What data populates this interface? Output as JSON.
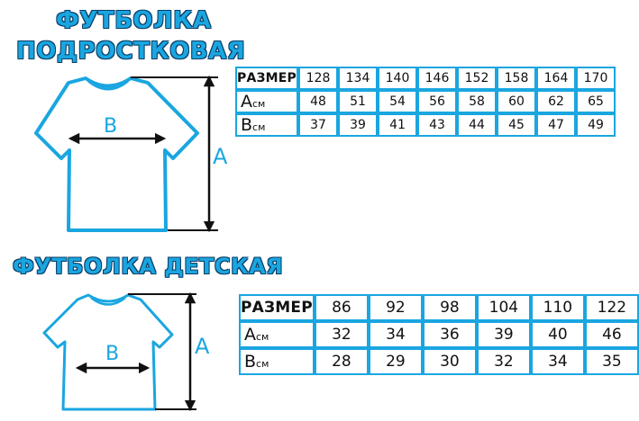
{
  "teen": {
    "title_line1": "ФУТБОЛКА",
    "title_line2": "ПОДРОСТКОВАЯ",
    "width_label": "B",
    "length_label": "A",
    "header_label": "РАЗМЕР",
    "sizes": [
      "128",
      "134",
      "140",
      "146",
      "152",
      "158",
      "164",
      "170"
    ],
    "row_a_letter": "A",
    "row_a_unit": "см",
    "row_a": [
      "48",
      "51",
      "54",
      "56",
      "58",
      "60",
      "62",
      "65"
    ],
    "row_b_letter": "B",
    "row_b_unit": "см",
    "row_b": [
      "37",
      "39",
      "41",
      "43",
      "44",
      "45",
      "47",
      "49"
    ]
  },
  "kids": {
    "title": "ФУТБОЛКА ДЕТСКАЯ",
    "width_label": "B",
    "length_label": "A",
    "header_label": "РАЗМЕР",
    "sizes": [
      "86",
      "92",
      "98",
      "104",
      "110",
      "122"
    ],
    "row_a_letter": "A",
    "row_a_unit": "см",
    "row_a": [
      "32",
      "34",
      "36",
      "39",
      "40",
      "46"
    ],
    "row_b_letter": "B",
    "row_b_unit": "см",
    "row_b": [
      "28",
      "29",
      "30",
      "32",
      "34",
      "35"
    ]
  },
  "colors": {
    "accent": "#1aa6e0",
    "outline": "#0a3d66",
    "ink": "#111111"
  }
}
